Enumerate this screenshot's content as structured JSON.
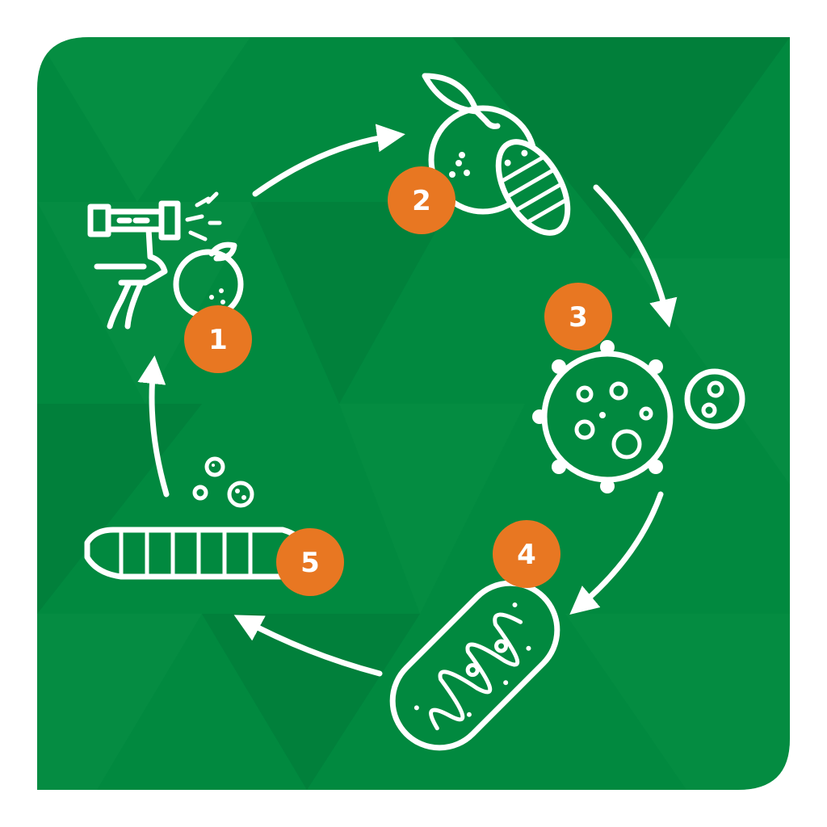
{
  "colors": {
    "background": "#01893f",
    "background_dark": "#017a39",
    "background_light": "#0a9146",
    "badge": "#e87722",
    "ink": "#ffffff"
  },
  "steps": [
    {
      "number": "1",
      "icon": "spray-gun-and-fruit-icon"
    },
    {
      "number": "2",
      "icon": "fruit-with-larva-icon"
    },
    {
      "number": "3",
      "icon": "infected-cell-icon"
    },
    {
      "number": "4",
      "icon": "mitochondrion-icon"
    },
    {
      "number": "5",
      "icon": "dead-larva-icon"
    }
  ]
}
